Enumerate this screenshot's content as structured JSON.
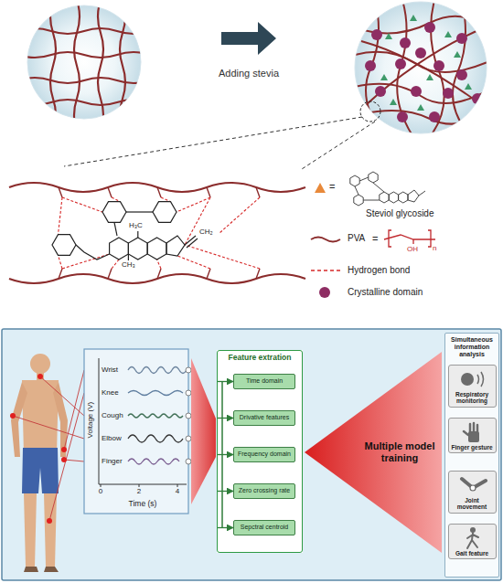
{
  "diagram": {
    "nodes": [
      {
        "text": [
          "Feature extration"
        ]
      },
      {
        "text": [
          "Time domain"
        ],
        "in": 0
      },
      {
        "text": [
          "Drivative features"
        ],
        "in": 0
      },
      {
        "text": [
          "Frequency domain"
        ],
        "in": 0
      },
      {
        "text": [
          "Zero crossing rate"
        ],
        "in": 0
      },
      {
        "text": [
          "Sepctral centroid"
        ],
        "in": 0
      },
      {
        "text": [
          "Multiple model training"
        ]
      },
      {
        "text": [
          "Simultaneous information analysis"
        ]
      },
      {
        "text": [
          "Respiratory monitoring"
        ],
        "in": 7
      },
      {
        "text": [
          "Finger gesture"
        ],
        "in": 7
      },
      {
        "text": [
          "Joint movement"
        ],
        "in": 7
      },
      {
        "text": [
          "Gait feature"
        ],
        "in": 7
      }
    ],
    "edges": [
      {
        "from": 0,
        "to": 1,
        "arrow": "to"
      },
      {
        "from": 0,
        "to": 2,
        "arrow": "to"
      },
      {
        "from": 0,
        "to": 3,
        "arrow": "to"
      },
      {
        "from": 0,
        "to": 4,
        "arrow": "to"
      },
      {
        "from": 0,
        "to": 5,
        "arrow": "to"
      }
    ],
    "labels": [
      "Adding stevia",
      "=",
      "=",
      "n",
      "OH",
      "H₃C",
      "CH₃",
      "CH₂",
      "Voltage (V)",
      "Wrist",
      "Knee",
      "Cough",
      "Elbow",
      "Finger",
      "0",
      "2",
      "4",
      "Time (s)"
    ],
    "legend": [
      {
        "text": "Steviol glycoside"
      },
      {
        "text": "PVA"
      },
      {
        "text": "Hydrogen bond"
      },
      {
        "text": "Crystalline domain",
        "color": "#8e2d63"
      }
    ]
  }
}
